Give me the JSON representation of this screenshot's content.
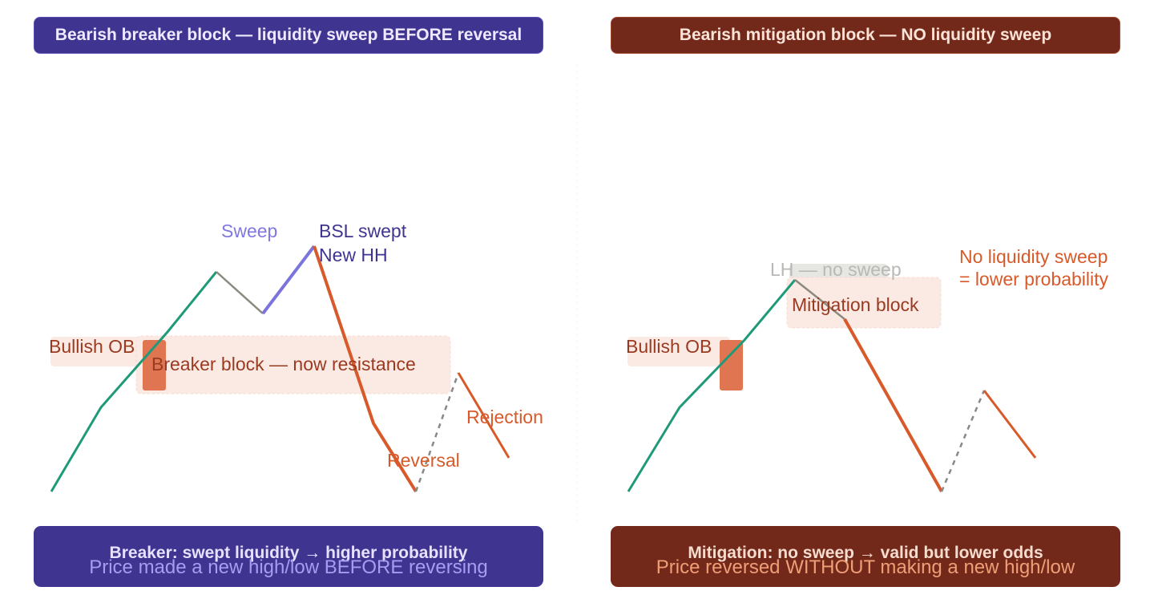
{
  "left_panel": {
    "banner": "Bearish breaker block — liquidity sweep BEFORE reversal",
    "labels": {
      "sweep": "Sweep",
      "bsl_swept": "BSL swept",
      "new_hh": "New HH",
      "bullish_ob": "Bullish OB",
      "breaker_block": "Breaker block — now resistance",
      "rejection": "Rejection",
      "reversal": "Reversal"
    },
    "footer": {
      "title": "Breaker: swept liquidity → higher probability",
      "subtitle": "Price made a new high/low BEFORE reversing"
    }
  },
  "right_panel": {
    "banner": "Bearish mitigation block — NO liquidity sweep",
    "labels": {
      "lh_no_sweep": "LH — no sweep",
      "mitigation_block": "Mitigation block",
      "bullish_ob": "Bullish OB",
      "note_line1": "No liquidity sweep",
      "note_line2": "= lower probability"
    },
    "footer": {
      "title": "Mitigation: no sweep → valid but lower odds",
      "subtitle": "Price reversed WITHOUT making a new high/low"
    }
  },
  "colors": {
    "bullish_leg": "#1f9a78",
    "bearish_leg": "#d85a2a",
    "sweep_leg": "#7b74dc",
    "neutral_leg": "#8a8a80",
    "ob_box": "#e07552",
    "zone_fill": "#fbeae4",
    "purple_banner": "#3f3590",
    "brown_banner": "#72291a"
  }
}
